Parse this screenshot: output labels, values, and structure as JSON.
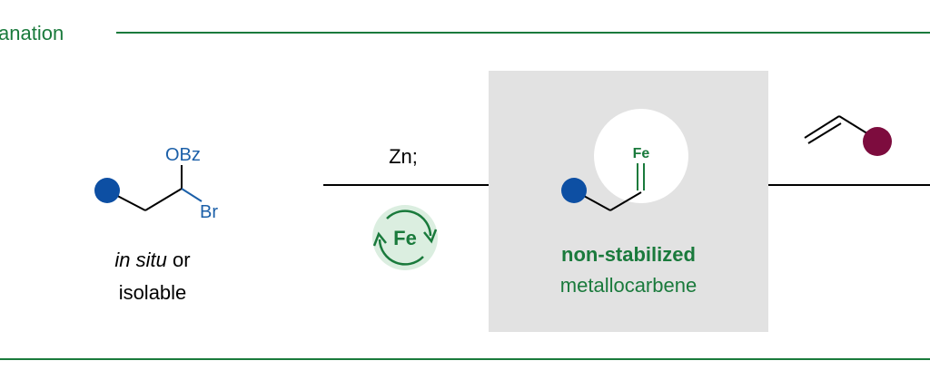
{
  "header": {
    "title": "anation"
  },
  "substrate": {
    "group_obz": "OBz",
    "group_br": "Br",
    "caption_italic": "in situ",
    "caption_rest": " or",
    "caption_line2": "isolable"
  },
  "reagent": {
    "label": "Zn;",
    "catalyst": "Fe"
  },
  "intermediate": {
    "metal": "Fe",
    "label_bold": "non-stabilized",
    "label_regular": "metallocarbene"
  },
  "colors": {
    "green": "#1a7a3c",
    "blue": "#0d4fa3",
    "group_blue": "#1b5fa8",
    "maroon": "#7d0c3e",
    "panel_gray": "#e2e2e2",
    "catalyst_bg": "#dbeee0"
  }
}
